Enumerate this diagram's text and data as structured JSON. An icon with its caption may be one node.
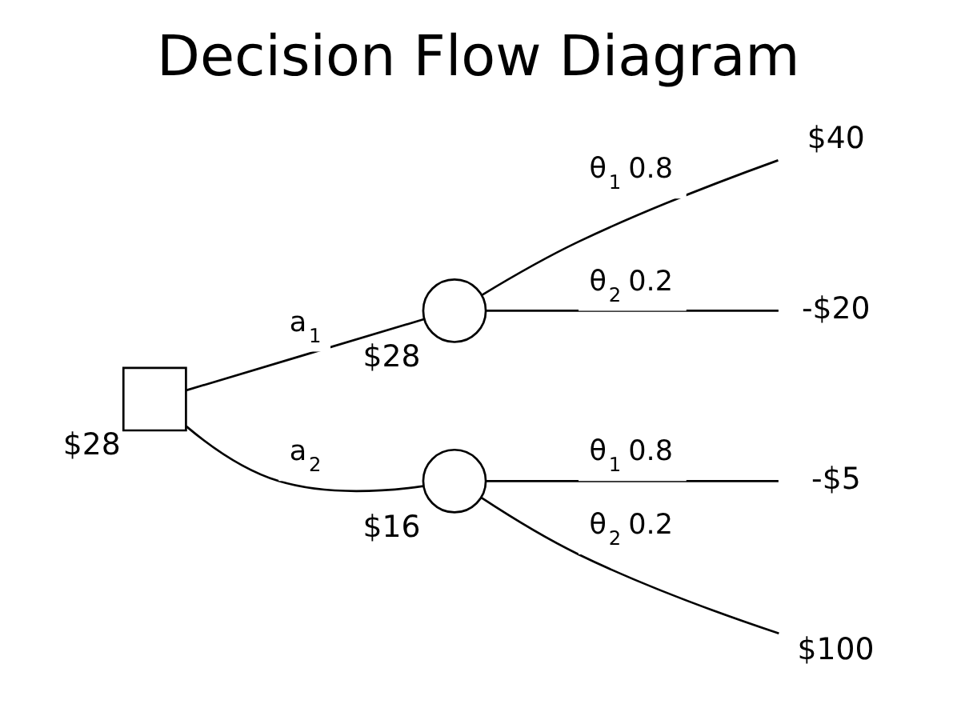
{
  "diagram": {
    "title": "Decision Flow Diagram",
    "nodes": [
      {
        "text": [],
        "shape": "box",
        "beside": [
          "$28"
        ]
      },
      {
        "text": [],
        "shape": "circle",
        "beside": [
          "$28"
        ]
      },
      {
        "text": [],
        "shape": "circle",
        "beside": [
          "$16"
        ]
      },
      {
        "text": [
          "$40"
        ]
      },
      {
        "text": [
          "-$20"
        ]
      },
      {
        "text": [
          "-$5"
        ]
      },
      {
        "text": [
          "$100"
        ]
      }
    ],
    "edges": [
      {
        "from": 0,
        "to": 1,
        "arrow": "none",
        "label": "a$_{1}$"
      },
      {
        "from": 0,
        "to": 2,
        "arrow": "none",
        "label": "a$_{2}$"
      },
      {
        "from": 1,
        "to": 3,
        "arrow": "none",
        "label": "θ$_{1}$ 0.8"
      },
      {
        "from": 1,
        "to": 4,
        "arrow": "none",
        "label": "θ$_{2}$ 0.2"
      },
      {
        "from": 2,
        "to": 5,
        "arrow": "none",
        "label": "θ$_{1}$ 0.8"
      },
      {
        "from": 2,
        "to": 6,
        "arrow": "none",
        "label": "θ$_{2}$ 0.2"
      }
    ]
  }
}
